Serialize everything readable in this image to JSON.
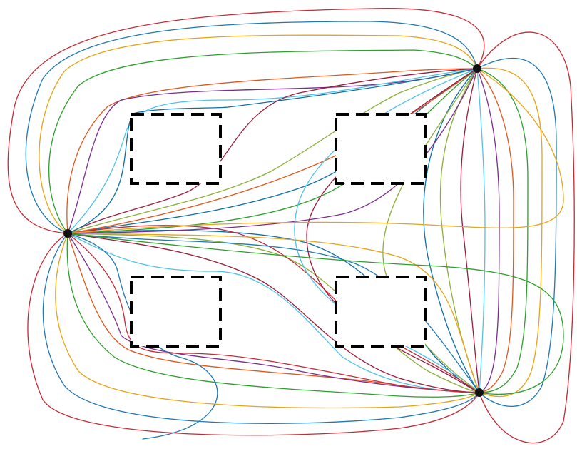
{
  "diagram": {
    "type": "edge-routing-graph",
    "nodes": [
      {
        "id": "left"
      },
      {
        "id": "top-right"
      },
      {
        "id": "bottom-right"
      }
    ],
    "obstacles": [
      {
        "id": "top-left"
      },
      {
        "id": "top-right"
      },
      {
        "id": "bottom-left"
      },
      {
        "id": "bottom-right"
      }
    ],
    "palette": [
      "#c72a35",
      "#1f77b4",
      "#e8a317",
      "#2ca02c",
      "#e1571d",
      "#7b2d8e",
      "#4fc3e8",
      "#9a1b3b",
      "#8bb03a",
      "#0e6fa8"
    ],
    "obstacle_stroke": "#000000",
    "node_color": "#111111"
  }
}
